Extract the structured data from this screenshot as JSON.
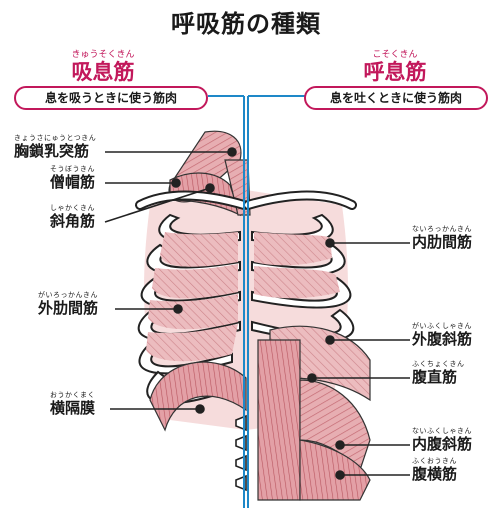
{
  "title": "呼吸筋の種類",
  "inhale": {
    "ruby": "きゅうそくきん",
    "heading": "吸息筋",
    "description": "息を吸うときに使う筋肉"
  },
  "exhale": {
    "ruby": "こそくきん",
    "heading": "呼息筋",
    "description": "息を吐くときに使う筋肉"
  },
  "left_labels": [
    {
      "ruby": "きょうさにゅうとつきん",
      "name": "胸鎖乳突筋"
    },
    {
      "ruby": "そうぼうきん",
      "name": "僧帽筋"
    },
    {
      "ruby": "しゃかくきん",
      "name": "斜角筋"
    },
    {
      "ruby": "がいろっかんきん",
      "name": "外肋間筋"
    },
    {
      "ruby": "おうかくまく",
      "name": "横隔膜"
    }
  ],
  "right_labels": [
    {
      "ruby": "ないろっかんきん",
      "name": "内肋間筋"
    },
    {
      "ruby": "がいふくしゃきん",
      "name": "外腹斜筋"
    },
    {
      "ruby": "ふくちょくきん",
      "name": "腹直筋"
    },
    {
      "ruby": "ないふくしゃきん",
      "name": "内腹斜筋"
    },
    {
      "ruby": "ふくおうきん",
      "name": "腹横筋"
    }
  ],
  "colors": {
    "accent": "#c2185b",
    "divider": "#1e88c8",
    "muscle": "#e3a1a6",
    "muscle_dark": "#c96f78",
    "bone": "#ffffff"
  }
}
